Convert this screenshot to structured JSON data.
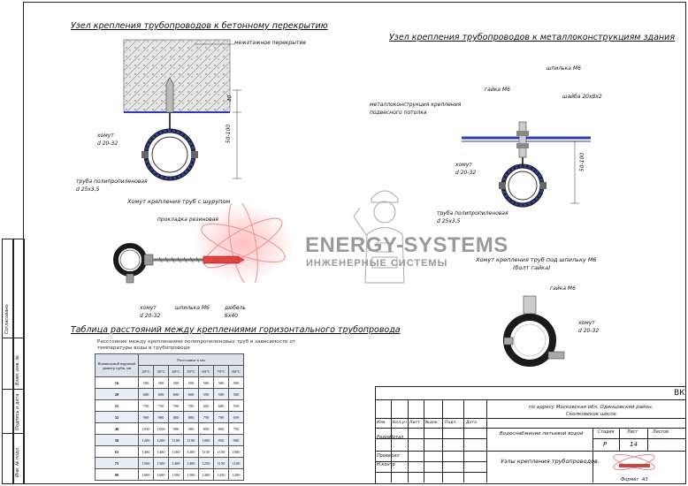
{
  "drawing1": {
    "title": "Узел  крепления трубопроводов к бетонному перекрытию",
    "slab_label": "межэтажное перекрытие",
    "dim_40": "40",
    "dim_50_100": "50-100",
    "clamp_label1": "хомут",
    "clamp_label2": "d 20-32",
    "pipe_label1": "труба полипропиленовая",
    "pipe_label2": "d 25x3,5"
  },
  "drawing2": {
    "title": "Узел  крепления трубопроводов к металлоконструкциям здания",
    "stud_label": "шпилька М6",
    "nut_label": "гайка М6",
    "washer_label": "шайба 20х8х2",
    "frame_label1": "металлоконструкция крепления",
    "frame_label2": "подвесного потолка",
    "dim_50_100": "50-100",
    "clamp_label1": "хомут",
    "clamp_label2": "d 20-32",
    "pipe_label1": "труба полипропиленовая",
    "pipe_label2": "d 25x3,5"
  },
  "drawing3": {
    "title": "Хомут крепления труб с шурупом",
    "gasket_label": "прокладка резиновая",
    "clamp_label1": "хомут",
    "clamp_label2": "d 20-32",
    "stud_label": "шпилька М6",
    "dowel_label1": "дюбель",
    "dowel_label2": "6х40"
  },
  "drawing4": {
    "title1": "Хомут крепления труб под шпильку М6",
    "title2": "(болт гайка)",
    "nut_label": "гайка М6",
    "clamp_label1": "хомут",
    "clamp_label2": "d 20-32"
  },
  "watermark": {
    "line1": "ENERGY-SYSTEMS",
    "line2": "ИНЖЕНЕРНЫЕ СИСТЕМЫ"
  },
  "table": {
    "title": "Таблица расстояний между креплениями горизонтального трубопровода",
    "caption": "Расстояние между креплениями полипропиленовых труб в зависимости от температуры воды в трубопроводе",
    "col0_header": "Номинальный наружный диаметр трубы, мм",
    "group_header": "Расстояние в мм",
    "temps": [
      "20°C",
      "30°C",
      "40°C",
      "50°C",
      "60°C",
      "70°C",
      "80°C"
    ],
    "rows": [
      {
        "d": "16",
        "v": [
          "500",
          "500",
          "500",
          "500",
          "500",
          "500",
          "500"
        ]
      },
      {
        "d": "20",
        "v": [
          "600",
          "600",
          "600",
          "600",
          "550",
          "500",
          "500"
        ]
      },
      {
        "d": "25",
        "v": [
          "750",
          "750",
          "700",
          "700",
          "650",
          "600",
          "550"
        ]
      },
      {
        "d": "32",
        "v": [
          "900",
          "900",
          "800",
          "800",
          "750",
          "700",
          "650"
        ]
      },
      {
        "d": "40",
        "v": [
          "1050",
          "1050",
          "900",
          "900",
          "850",
          "800",
          "750"
        ]
      },
      {
        "d": "50",
        "v": [
          "1200",
          "1200",
          "1100",
          "1100",
          "1000",
          "950",
          "900"
        ]
      },
      {
        "d": "63",
        "v": [
          "1400",
          "1400",
          "1300",
          "1300",
          "1150",
          "1150",
          "1000"
        ]
      },
      {
        "d": "75",
        "v": [
          "1500",
          "1500",
          "1400",
          "1400",
          "1250",
          "1150",
          "1100"
        ]
      },
      {
        "d": "90",
        "v": [
          "1600",
          "1600",
          "1500",
          "1500",
          "1400",
          "1250",
          "1200"
        ]
      }
    ]
  },
  "stamp": {
    "code": "ВК",
    "address1": "по адресу Московская обл. Одинцовский район,",
    "address2": "Сколковское шоссе.",
    "cols": [
      "Изм.",
      "Кол.уч",
      "Лист",
      "№док.",
      "Подп.",
      "Дата"
    ],
    "role1": "Разработал",
    "role2": "Проверил",
    "role3": "Н.контр",
    "section": "Водоснабжение питьевой водой",
    "stage_h": "Стадия",
    "sheet_h": "Лист",
    "sheets_h": "Листов",
    "stage": "Р",
    "sheet": "14",
    "sheet_title": "Узлы крепления трубопроводов.",
    "format": "Формат",
    "format_val": "А3"
  },
  "side": {
    "inv": "Инв. № подл.",
    "sign": "Подпись и дата",
    "vzam": "Взам. инв. №",
    "soglas": "Согласовано"
  }
}
